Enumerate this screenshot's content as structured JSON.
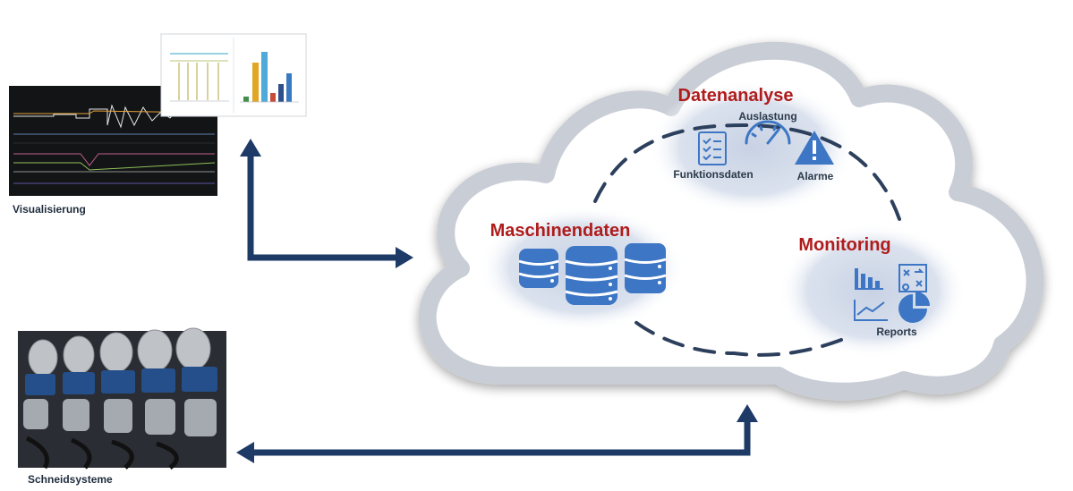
{
  "labels": {
    "visualisierung": "Visualisierung",
    "schneidsysteme": "Schneidsysteme"
  },
  "cloud": {
    "datenanalyse": {
      "title": "Datenanalyse",
      "items": [
        "Auslastung",
        "Funktionsdaten",
        "Alarme"
      ]
    },
    "maschinendaten": {
      "title": "Maschinendaten"
    },
    "monitoring": {
      "title": "Monitoring",
      "items": [
        "Reports"
      ]
    }
  },
  "colors": {
    "arrow": "#1e3a66",
    "icon_blue": "#3d76c4",
    "title_red": "#b01c1c",
    "cloud_outline": "#c9ced6",
    "cloud_blob": "#dde3ee",
    "dashed_ring": "#2c3f5c"
  }
}
